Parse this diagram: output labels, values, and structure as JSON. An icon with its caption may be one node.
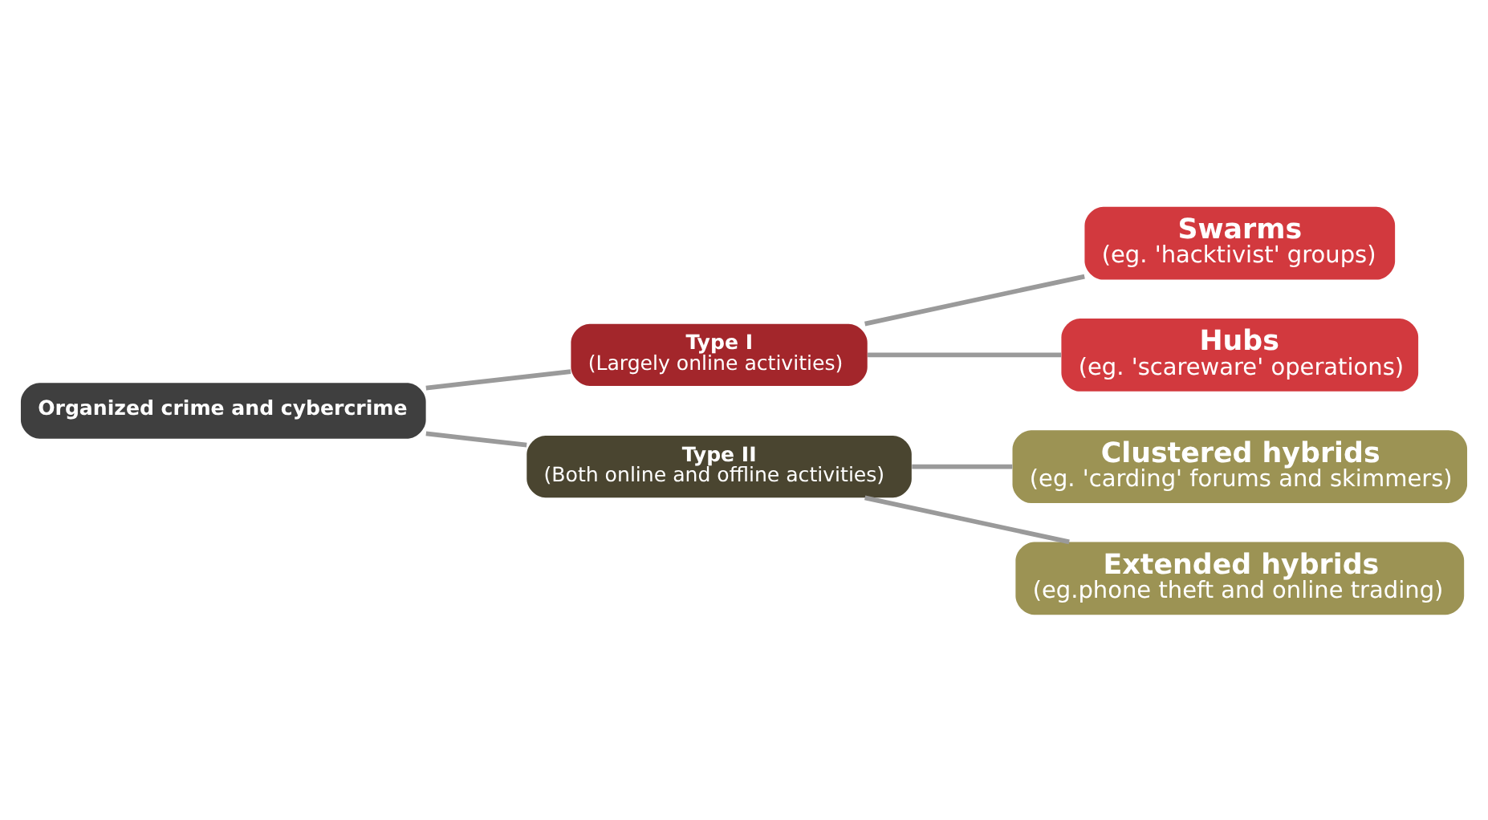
{
  "diagram": {
    "nodes": [
      {
        "text": [
          "Organized crime and cybercrime"
        ]
      },
      {
        "text": [
          "Type I",
          "(Largely online activities)"
        ]
      },
      {
        "text": [
          "Type II",
          "(Both online and offline activities)"
        ]
      },
      {
        "text": [
          "Swarms",
          "(eg. 'hacktivist' groups)"
        ]
      },
      {
        "text": [
          "Hubs",
          "(eg. 'scareware' operations)"
        ]
      },
      {
        "text": [
          "Clustered hybrids",
          "(eg. 'carding' forums and skimmers)"
        ]
      },
      {
        "text": [
          "Extended hybrids",
          "(eg.phone theft and online trading)"
        ]
      }
    ],
    "edges": [
      {
        "from": 0,
        "to": 1,
        "arrow": "none"
      },
      {
        "from": 0,
        "to": 2,
        "arrow": "none"
      },
      {
        "from": 1,
        "to": 3,
        "arrow": "none"
      },
      {
        "from": 1,
        "to": 4,
        "arrow": "none"
      },
      {
        "from": 2,
        "to": 5,
        "arrow": "none"
      },
      {
        "from": 2,
        "to": 6,
        "arrow": "none"
      }
    ]
  }
}
